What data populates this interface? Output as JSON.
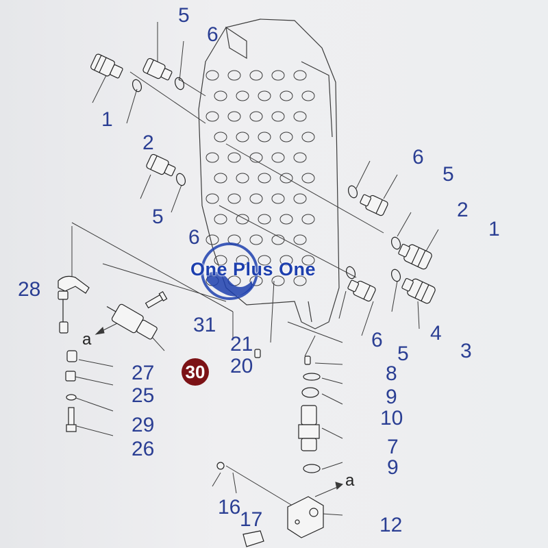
{
  "watermark": {
    "text": "One Plus One"
  },
  "badge": {
    "text": "30"
  },
  "callouts": [
    {
      "id": "c5a",
      "text": "5"
    },
    {
      "id": "c6a",
      "text": "6"
    },
    {
      "id": "c1a",
      "text": "1"
    },
    {
      "id": "c2a",
      "text": "2"
    },
    {
      "id": "c5b",
      "text": "5"
    },
    {
      "id": "c6b",
      "text": "6"
    },
    {
      "id": "c6c",
      "text": "6"
    },
    {
      "id": "c5c",
      "text": "5"
    },
    {
      "id": "c2b",
      "text": "2"
    },
    {
      "id": "c1b",
      "text": "1"
    },
    {
      "id": "c28",
      "text": "28"
    },
    {
      "id": "c31",
      "text": "31"
    },
    {
      "id": "c21",
      "text": "21"
    },
    {
      "id": "c20",
      "text": "20"
    },
    {
      "id": "c6d",
      "text": "6"
    },
    {
      "id": "c4",
      "text": "4"
    },
    {
      "id": "c5d",
      "text": "5"
    },
    {
      "id": "c3",
      "text": "3"
    },
    {
      "id": "c27",
      "text": "27"
    },
    {
      "id": "c25",
      "text": "25"
    },
    {
      "id": "c29",
      "text": "29"
    },
    {
      "id": "c26",
      "text": "26"
    },
    {
      "id": "c8",
      "text": "8"
    },
    {
      "id": "c9a",
      "text": "9"
    },
    {
      "id": "c10",
      "text": "10"
    },
    {
      "id": "c7",
      "text": "7"
    },
    {
      "id": "c9b",
      "text": "9"
    },
    {
      "id": "c16",
      "text": "16"
    },
    {
      "id": "c17",
      "text": "17"
    },
    {
      "id": "c12",
      "text": "12"
    }
  ],
  "letters": [
    {
      "id": "la",
      "text": "a"
    },
    {
      "id": "lb",
      "text": "a"
    }
  ],
  "colors": {
    "callout": "#2a3e93",
    "badge": "#7c1216",
    "watermark": "#1d3fae",
    "linework": "#333333"
  }
}
